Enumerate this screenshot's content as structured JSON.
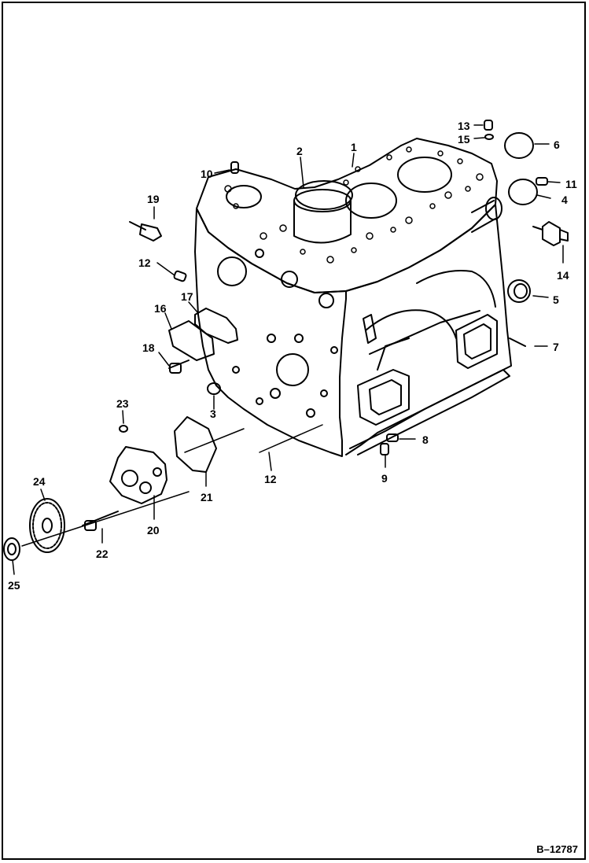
{
  "callouts": {
    "c1": "1",
    "c2": "2",
    "c3": "3",
    "c4": "4",
    "c5": "5",
    "c6": "6",
    "c7": "7",
    "c8": "8",
    "c9": "9",
    "c10": "10",
    "c11": "11",
    "c12a": "12",
    "c12b": "12",
    "c13": "13",
    "c14": "14",
    "c15": "15",
    "c16": "16",
    "c17": "17",
    "c18": "18",
    "c19": "19",
    "c20": "20",
    "c21": "21",
    "c22": "22",
    "c23": "23",
    "c24": "24",
    "c25": "25"
  },
  "figure_ref": "B–12787"
}
